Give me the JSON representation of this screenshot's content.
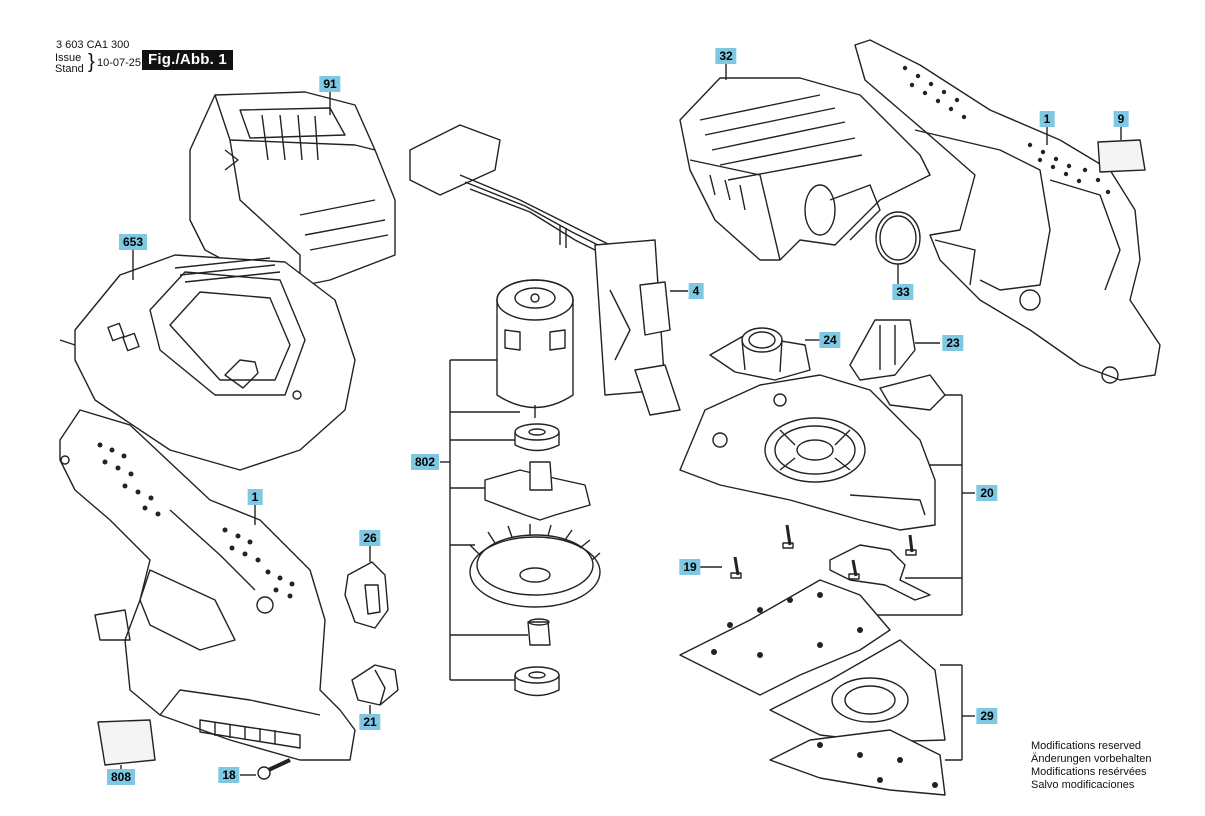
{
  "header": {
    "doc_number": "3 603 CA1 300",
    "issue_label": "Issue",
    "stand_label": "Stand",
    "date": "10-07-25",
    "figure_label": "Fig./Abb. 1"
  },
  "callouts": {
    "c91": "91",
    "c653": "653",
    "c1a": "1",
    "c26": "26",
    "c21": "21",
    "c808": "808",
    "c18": "18",
    "c802": "802",
    "c32": "32",
    "c1b": "1",
    "c9": "9",
    "c4": "4",
    "c33": "33",
    "c24": "24",
    "c23": "23",
    "c20": "20",
    "c19": "19",
    "c29": "29"
  },
  "notes": [
    "Modifications reserved",
    "Änderungen vorbehalten",
    "Modifications resérvées",
    "Salvo modificaciones"
  ]
}
